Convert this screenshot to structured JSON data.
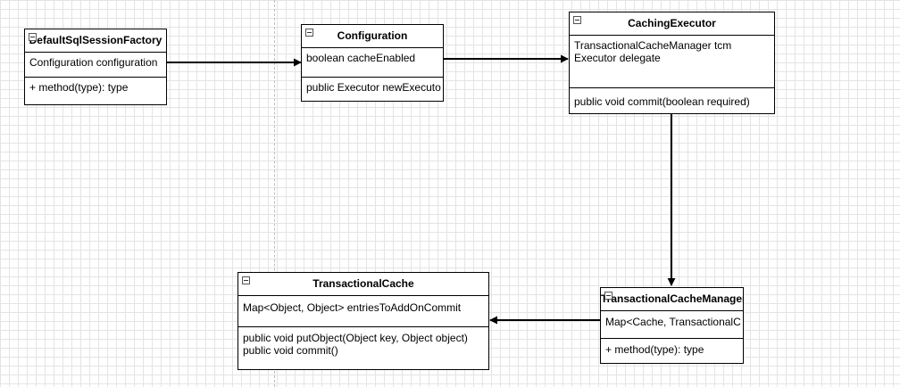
{
  "classes": {
    "factory": {
      "name": "DefaultSqlSessionFactory",
      "attributes": [
        "Configuration configuration"
      ],
      "methods": [
        "+ method(type): type"
      ]
    },
    "configuration": {
      "name": "Configuration",
      "attributes": [
        "boolean cacheEnabled"
      ],
      "methods": [
        "public Executor newExecuto"
      ]
    },
    "caching_executor": {
      "name": "CachingExecutor",
      "attributes": [
        "TransactionalCacheManager tcm",
        "Executor delegate"
      ],
      "methods": [
        "public void commit(boolean required)"
      ]
    },
    "tx_cache": {
      "name": "TransactionalCache",
      "attributes": [
        "Map<Object, Object> entriesToAddOnCommit"
      ],
      "methods": [
        "public void putObject(Object key, Object object)",
        "public void commit()"
      ]
    },
    "tx_cache_manager": {
      "name": "TransactionalCacheManager",
      "attributes": [
        "Map<Cache, TransactionalC"
      ],
      "methods": [
        "+ method(type): type"
      ]
    }
  },
  "edges": [
    {
      "from": "DefaultSqlSessionFactory",
      "to": "Configuration"
    },
    {
      "from": "Configuration",
      "to": "CachingExecutor"
    },
    {
      "from": "CachingExecutor",
      "to": "TransactionalCacheManager"
    },
    {
      "from": "TransactionalCacheManager",
      "to": "TransactionalCache"
    }
  ]
}
